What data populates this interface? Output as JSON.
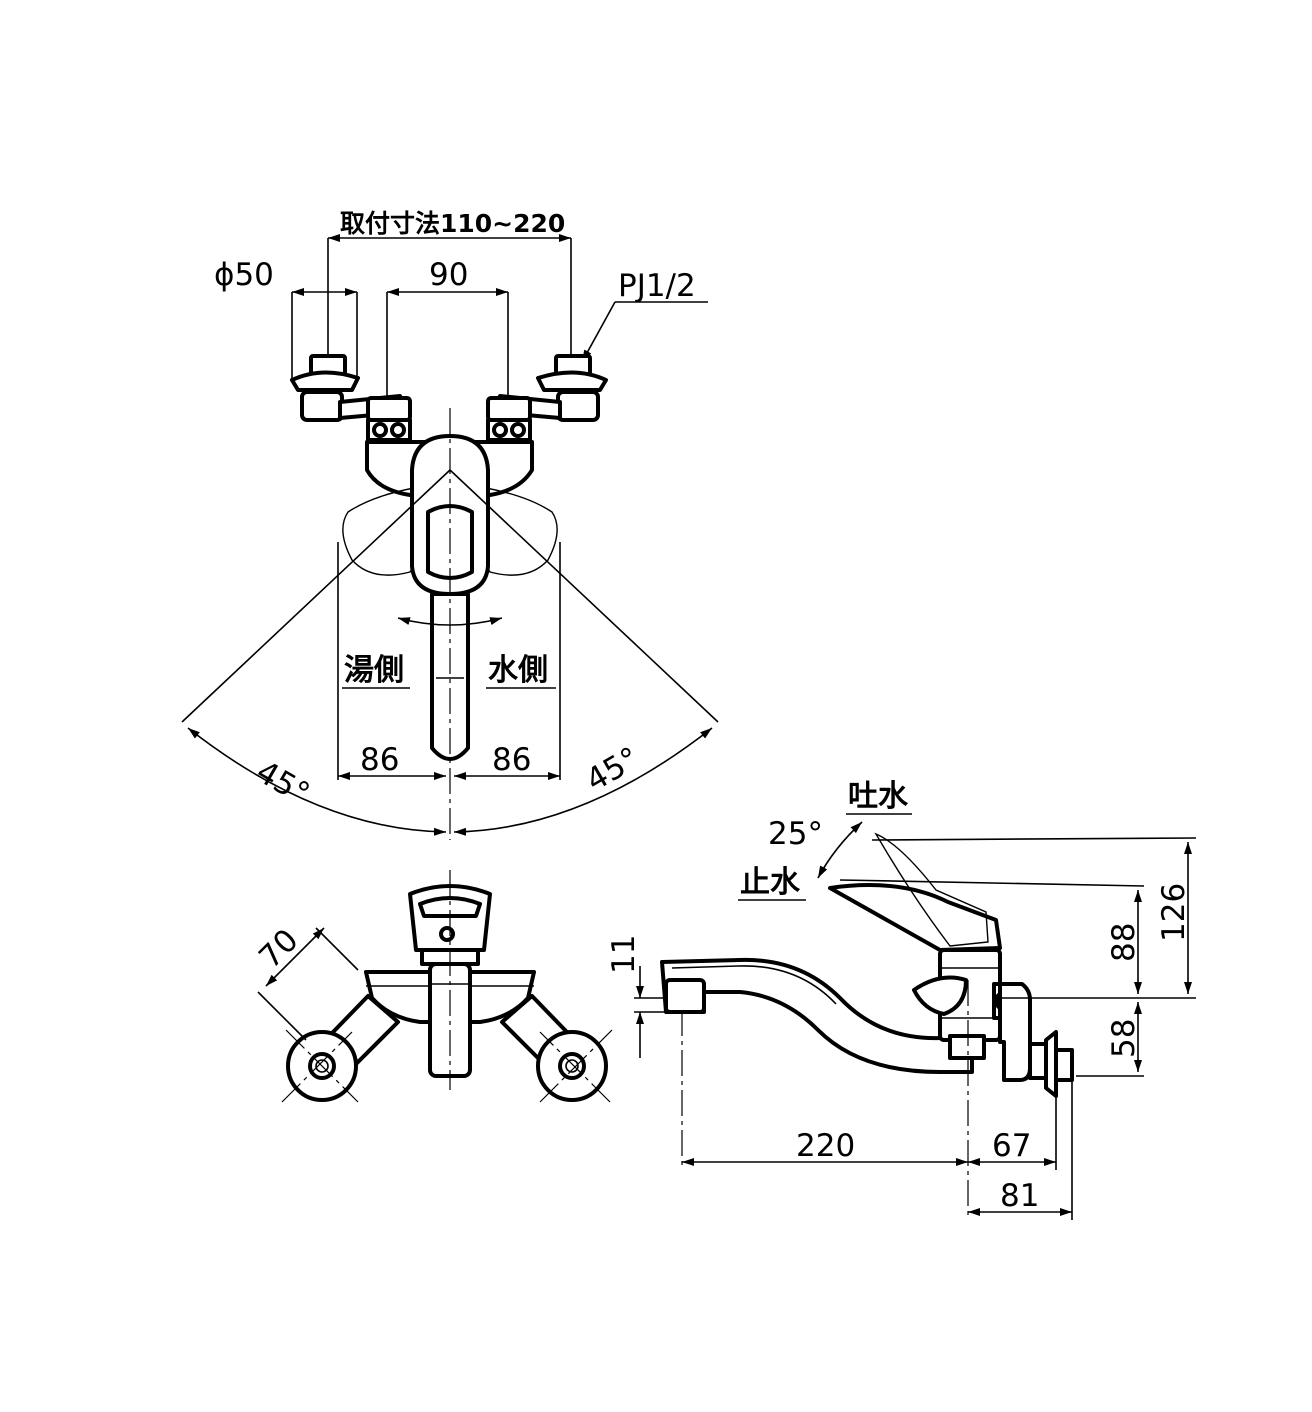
{
  "labels": {
    "mount_pitch": "取付寸法110~220",
    "diameter": "ϕ50",
    "center_spacing": "90",
    "thread": "PJ1/2",
    "hot_side": "湯側",
    "cold_side": "水側",
    "offset_left": "86",
    "offset_right": "86",
    "angle_left": "45°",
    "angle_right": "45°",
    "leg_length": "70",
    "spout_out": "吐水",
    "stop_water": "止水",
    "lever_angle": "25°",
    "height_126": "126",
    "height_88": "88",
    "height_58": "58",
    "spout_tip": "11",
    "spout_reach": "220",
    "body_depth_67": "67",
    "body_depth_81": "81"
  }
}
